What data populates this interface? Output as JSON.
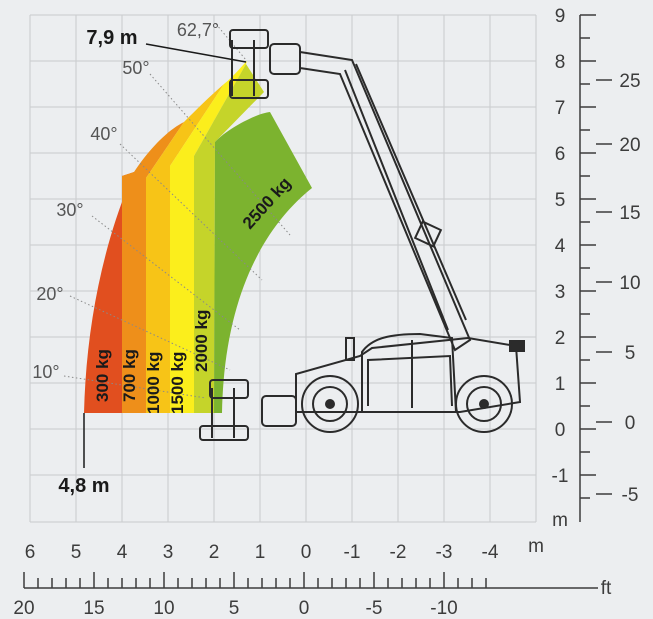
{
  "chart_data": {
    "type": "load_chart",
    "title": "",
    "x_axis": {
      "unit_m": "m",
      "unit_ft": "ft",
      "m_ticks": [
        "6",
        "5",
        "4",
        "3",
        "2",
        "1",
        "0",
        "-1",
        "-2",
        "-3",
        "-4"
      ],
      "ft_ticks": [
        "20",
        "15",
        "10",
        "5",
        "0",
        "-5",
        "-10"
      ],
      "range_m": [
        6,
        -4.8
      ]
    },
    "y_axis": {
      "unit_m": "m",
      "m_ticks": [
        "9",
        "8",
        "7",
        "6",
        "5",
        "4",
        "3",
        "2",
        "1",
        "0",
        "-1"
      ],
      "ft_ticks": [
        "25",
        "20",
        "15",
        "10",
        "5",
        "0",
        "-5"
      ],
      "range_m": [
        -1.9,
        9.1
      ]
    },
    "max_height_label": "7,9 m",
    "max_reach_label": "4,8 m",
    "max_angle_label": "62,7°",
    "angle_labels": [
      "50°",
      "40°",
      "30°",
      "20°",
      "10°"
    ],
    "zones": [
      {
        "label": "300 kg",
        "color": "#e14f1f"
      },
      {
        "label": "700 kg",
        "color": "#ee8f1a"
      },
      {
        "label": "1000 kg",
        "color": "#f7c417"
      },
      {
        "label": "1500 kg",
        "color": "#fbee1c"
      },
      {
        "label": "2000 kg",
        "color": "#c5d42a"
      },
      {
        "label": "2500 kg",
        "color": "#7cb32f"
      }
    ]
  }
}
